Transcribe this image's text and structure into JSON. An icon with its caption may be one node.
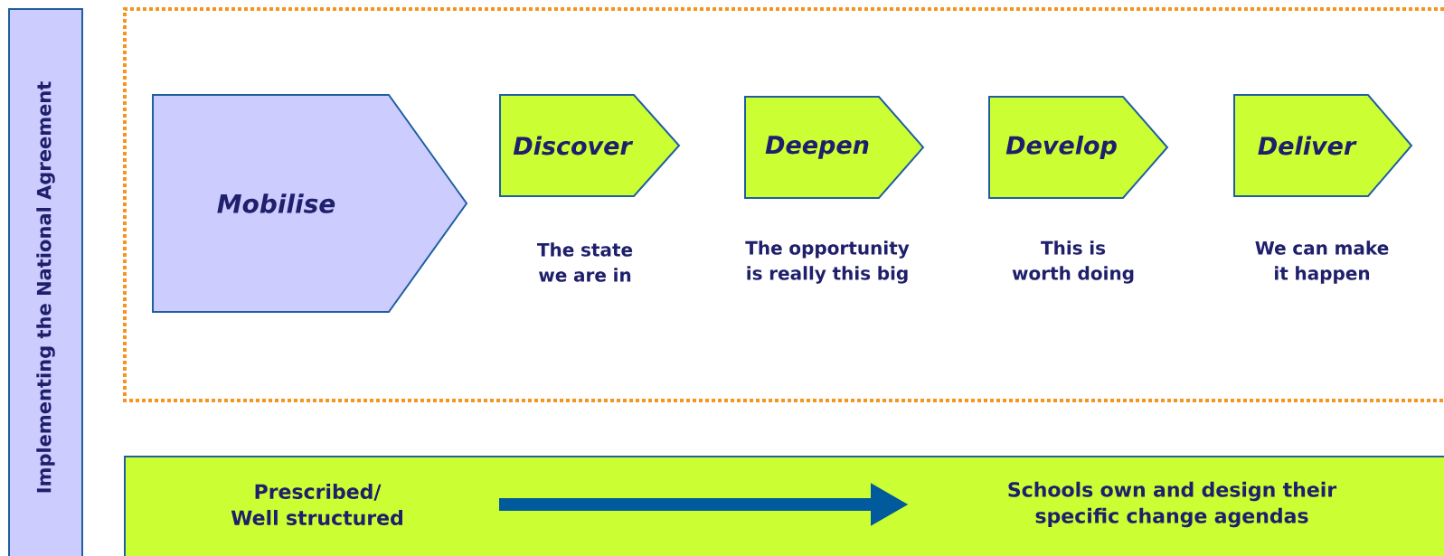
{
  "diagram": {
    "nodes": [
      {
        "text": [
          "Implementing the National Agreement"
        ]
      },
      {
        "text": [],
        "shape": "box"
      },
      {
        "text": [
          "Mobilise"
        ],
        "in": 1
      },
      {
        "text": [
          "Discover"
        ],
        "in": 1
      },
      {
        "text": [
          "Deepen"
        ],
        "in": 1
      },
      {
        "text": [
          "Develop"
        ],
        "in": 1
      },
      {
        "text": [
          "Deliver"
        ],
        "in": 1
      },
      {
        "text": [],
        "shape": "box"
      },
      {
        "text": [
          "Prescribed/ Well structured"
        ],
        "in": 7
      },
      {
        "text": [
          "Schools own and design their specific change agendas"
        ],
        "in": 7
      }
    ],
    "edges": [
      {
        "from": 8,
        "to": 9,
        "arrow": "to"
      }
    ],
    "labels": [
      "The state we are in",
      "The opportunity is really this big",
      "This is worth doing",
      "We can make it happen"
    ]
  }
}
